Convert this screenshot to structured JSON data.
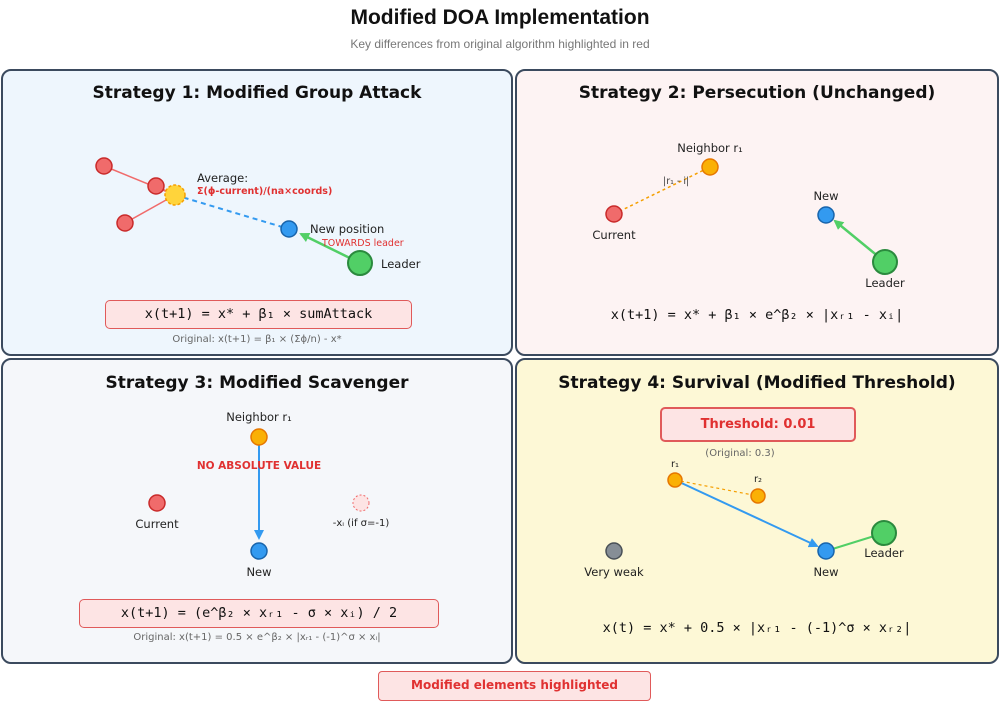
{
  "header": {
    "title": "Modified DOA Implementation",
    "subtitle": "Key differences from original algorithm highlighted in red"
  },
  "strategy1": {
    "title": "Strategy 1: Modified Group Attack",
    "average_label": "Average:",
    "average_formula": "Σ(ϕ-current)/(na×coords)",
    "new_position_label": "New position",
    "towards_label": "TOWARDS leader",
    "leader_label": "Leader",
    "formula": "x(t+1) = x* + β₁ × sumAttack",
    "original": "Original: x(t+1) = β₁ × (Σϕ/n) - x*"
  },
  "strategy2": {
    "title": "Strategy 2: Persecution (Unchanged)",
    "neighbor_label": "Neighbor r₁",
    "distance_label": "|r₁ - i|",
    "current_label": "Current",
    "new_label": "New",
    "leader_label": "Leader",
    "formula": "x(t+1) = x* + β₁ × e^β₂ × |xᵣ₁ - xᵢ|"
  },
  "strategy3": {
    "title": "Strategy 3: Modified Scavenger",
    "neighbor_label": "Neighbor r₁",
    "no_abs_label": "NO ABSOLUTE VALUE",
    "current_label": "Current",
    "neg_label": "-xᵢ (if σ=-1)",
    "new_label": "New",
    "formula": "x(t+1) = (e^β₂ × xᵣ₁ - σ × xᵢ) / 2",
    "original": "Original: x(t+1) = 0.5 × e^β₂ × |xᵣ₁ - (-1)^σ × xᵢ|"
  },
  "strategy4": {
    "title": "Strategy 4: Survival (Modified Threshold)",
    "threshold": "Threshold: 0.01",
    "original_threshold": "(Original: 0.3)",
    "r1_label": "r₁",
    "r2_label": "r₂",
    "very_weak_label": "Very weak",
    "new_label": "New",
    "leader_label": "Leader",
    "formula": "x(t) = x* + 0.5 × |xᵣ₁ - (-1)^σ × xᵣ₂|"
  },
  "footer": {
    "note": "Modified elements highlighted"
  },
  "colors": {
    "red_agent": "#f06b6b",
    "average_yellow": "#ffd43b",
    "new_blue": "#339af0",
    "leader_green": "#51cf66",
    "neighbor_orange": "#fab005",
    "weak_gray": "#868e96",
    "highlight_red": "#e03131"
  }
}
